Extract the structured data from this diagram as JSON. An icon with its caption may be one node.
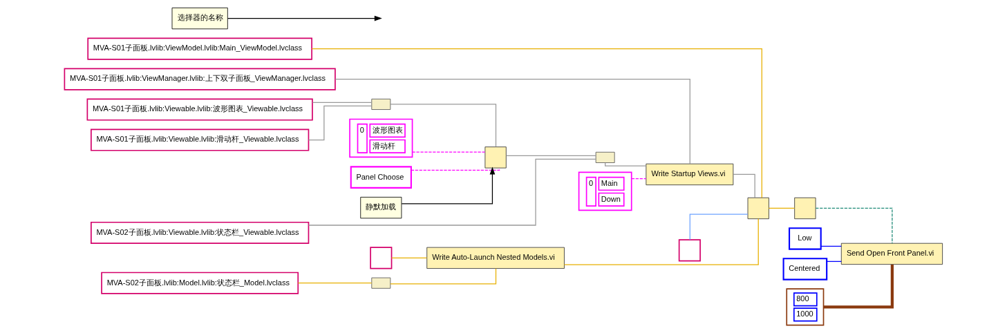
{
  "diagram": {
    "nodes": [
      {
        "text": [
          "MVA-S01子面板.lvlib:ViewModel.lvlib:Main_ViewModel.lvclass"
        ]
      },
      {
        "text": [
          "MVA-S01子面板.lvlib:ViewManager.lvlib:上下双子面板_ViewManager.lvclass"
        ]
      },
      {
        "text": [
          "MVA-S01子面板.lvlib:Viewable.lvlib:波形图表_Viewable.lvclass"
        ]
      },
      {
        "text": [
          "MVA-S01子面板.lvlib:Viewable.lvlib:滑动杆_Viewable.lvclass"
        ]
      },
      {
        "text": [],
        "shape": "box"
      },
      {
        "text": [
          "0",
          "波形图表",
          "滑动杆"
        ]
      },
      {
        "text": [
          "Panel Choose"
        ]
      },
      {
        "text": [],
        "shape": "box"
      },
      {
        "text": [
          "静默加载"
        ]
      },
      {
        "text": [
          "选择器的名称"
        ]
      },
      {
        "text": [
          "MVA-S02子面板.lvlib:Viewable.lvlib:状态栏_Viewable.lvclass"
        ]
      },
      {
        "text": [],
        "shape": "box"
      },
      {
        "text": [
          "0",
          "Main",
          "Down"
        ]
      },
      {
        "text": [
          "Write Startup Views.vi"
        ]
      },
      {
        "text": [],
        "shape": "box"
      },
      {
        "text": [
          "MVA-S02子面板.lvlib:Model.lvlib:状态栏_Model.lvclass"
        ]
      },
      {
        "text": [],
        "shape": "box"
      },
      {
        "text": [
          "Write Auto-Launch Nested Models.vi"
        ]
      },
      {
        "text": [],
        "shape": "box"
      },
      {
        "text": [],
        "shape": "box"
      },
      {
        "text": [],
        "shape": "box"
      },
      {
        "text": [
          "Low"
        ]
      },
      {
        "text": [
          "Centered"
        ]
      },
      {
        "text": [
          "800",
          "1000"
        ]
      },
      {
        "text": [
          "Send Open Front Panel.vi"
        ]
      }
    ],
    "edges": [
      {
        "from": 0,
        "to": 19,
        "arrow": "none",
        "color": "#e8b000"
      },
      {
        "from": 1,
        "to": 13,
        "arrow": "none"
      },
      {
        "from": 2,
        "to": 4,
        "arrow": "none"
      },
      {
        "from": 3,
        "to": 4,
        "arrow": "none"
      },
      {
        "from": 4,
        "to": 7,
        "arrow": "none"
      },
      {
        "from": 5,
        "to": 7,
        "arrow": "none",
        "style": "dashed",
        "color": "#ff00ff"
      },
      {
        "from": 6,
        "to": 7,
        "arrow": "none",
        "style": "dashed",
        "color": "#ff00ff"
      },
      {
        "from": 8,
        "to": 7,
        "arrow": "to",
        "color": "#000000"
      },
      {
        "from": 9,
        "to": null,
        "arrow": "to",
        "color": "#000000"
      },
      {
        "from": 7,
        "to": 11,
        "arrow": "none"
      },
      {
        "from": 10,
        "to": 11,
        "arrow": "none"
      },
      {
        "from": 11,
        "to": 13,
        "arrow": "none"
      },
      {
        "from": 12,
        "to": 13,
        "arrow": "none",
        "style": "dashed",
        "color": "#ff00ff"
      },
      {
        "from": 13,
        "to": 19,
        "arrow": "none"
      },
      {
        "from": 14,
        "to": 17,
        "arrow": "none",
        "color": "#e8b000"
      },
      {
        "from": 15,
        "to": 16,
        "arrow": "none",
        "color": "#e8b000"
      },
      {
        "from": 16,
        "to": 17,
        "arrow": "none",
        "color": "#e8b000"
      },
      {
        "from": 17,
        "to": 19,
        "arrow": "none",
        "color": "#e8b000"
      },
      {
        "from": 18,
        "to": 19,
        "arrow": "none",
        "color": "#6ea3ff"
      },
      {
        "from": 19,
        "to": 20,
        "arrow": "none",
        "color": "#e8b000"
      },
      {
        "from": 20,
        "to": 24,
        "arrow": "none",
        "style": "dashed",
        "color": "#1f8a78"
      },
      {
        "from": 21,
        "to": 24,
        "arrow": "none",
        "color": "#0000ff"
      },
      {
        "from": 22,
        "to": 24,
        "arrow": "none",
        "color": "#0000ff"
      },
      {
        "from": 23,
        "to": 24,
        "arrow": "none",
        "style": "thick",
        "color": "#8b3a0f"
      }
    ]
  }
}
